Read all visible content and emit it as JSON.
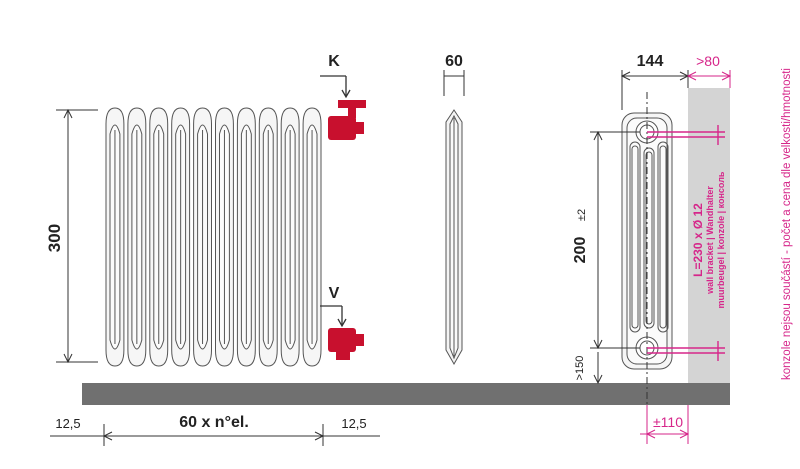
{
  "labels": {
    "k": "K",
    "v": "V",
    "height": "300",
    "depth": "60",
    "width144": "144",
    "gt80": ">80",
    "axis200": "200",
    "tol": "±2",
    "gt150": ">150",
    "pm110": "±110",
    "dim_left": "12,5",
    "dim_center": "60 x n°el.",
    "dim_right": "12,5",
    "bracket_main": "L=230 x Ø 12",
    "bracket_en_de": "wall bracket | Wandhalter",
    "bracket_nl_ru": "muurbeugel | konzole | консоль",
    "side_note": "konzole nejsou součástí - počet a cena dle velkosti/hmotnosti"
  },
  "colors": {
    "accent": "#d6268a",
    "valve": "#c8102e",
    "floor": "#707070",
    "wall": "#d4d4d4",
    "line": "#333333"
  }
}
